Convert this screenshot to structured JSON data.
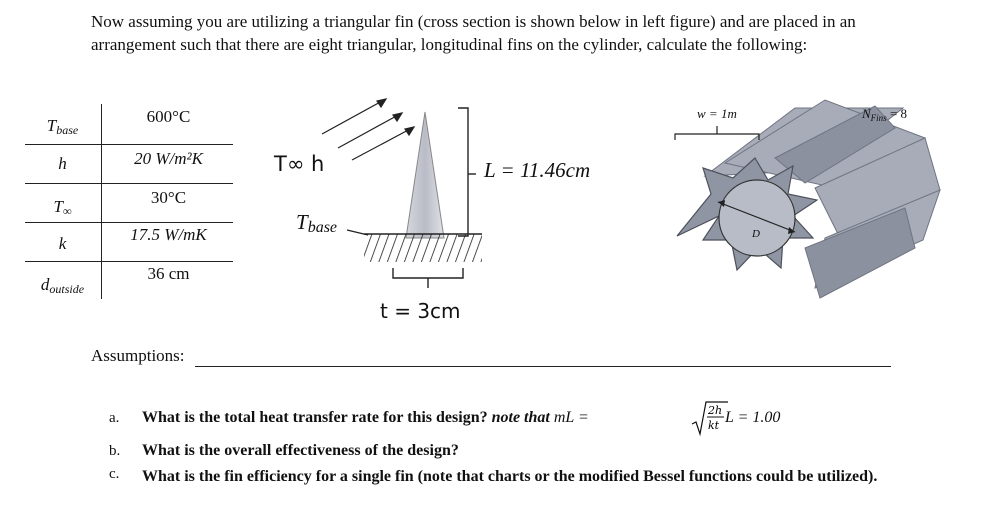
{
  "intro_text": "Now assuming you are utilizing a triangular fin (cross section is shown below in left figure) and are placed in an arrangement such that there are eight triangular, longitudinal fins on the cylinder, calculate the following:",
  "table": {
    "rows": [
      {
        "symbol": "T",
        "sub": "base",
        "value": "600°C"
      },
      {
        "symbol": "h",
        "sub": "",
        "value": "20 W/m²K"
      },
      {
        "symbol": "T",
        "sub": "∞",
        "value": "30°C"
      },
      {
        "symbol": "k",
        "sub": "",
        "value": "17.5 W/mK"
      },
      {
        "symbol": "d",
        "sub": "outside",
        "value": "36 cm"
      }
    ]
  },
  "fin_diagram": {
    "t_inf_h": "T∞ h",
    "t_base": "T",
    "t_base_sub": "base",
    "length": "L = 11.46cm",
    "thickness": "t = 3cm"
  },
  "cylinder_diagram": {
    "width_label": "w = 1m",
    "n_fins_label": "N",
    "n_fins_sub": "Fins",
    "n_fins_value": "= 8",
    "diameter_label": "D"
  },
  "assumptions_label": "Assumptions:",
  "questions": [
    {
      "num": "a.",
      "text": "What is the total heat transfer rate for this design?",
      "note": "note that",
      "formula": "mL =",
      "result": "L = 1.00"
    },
    {
      "num": "b.",
      "text": "What is the overall effectiveness of the design?"
    },
    {
      "num": "c.",
      "text": "What is the fin efficiency for a single fin (note that charts or the modified Bessel functions could be utilized)."
    }
  ],
  "colors": {
    "fin_fill": "#b9bcc6",
    "cylinder_fill": "#9aa0ae",
    "hatch": "#222222"
  }
}
